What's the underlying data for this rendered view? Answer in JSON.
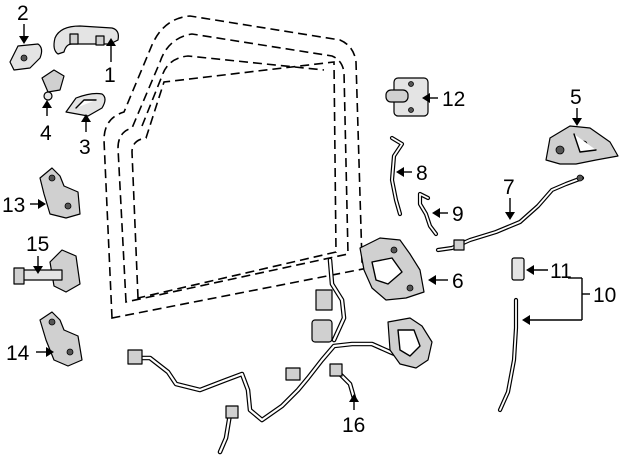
{
  "callouts": {
    "c1": "1",
    "c2": "2",
    "c3": "3",
    "c4": "4",
    "c5": "5",
    "c6": "6",
    "c7": "7",
    "c8": "8",
    "c9": "9",
    "c10": "10",
    "c11": "11",
    "c12": "12",
    "c13": "13",
    "c14": "14",
    "c15": "15",
    "c16": "16"
  },
  "colors": {
    "line": "#000000",
    "part_fill": "#d0d0d0",
    "background": "#ffffff"
  }
}
